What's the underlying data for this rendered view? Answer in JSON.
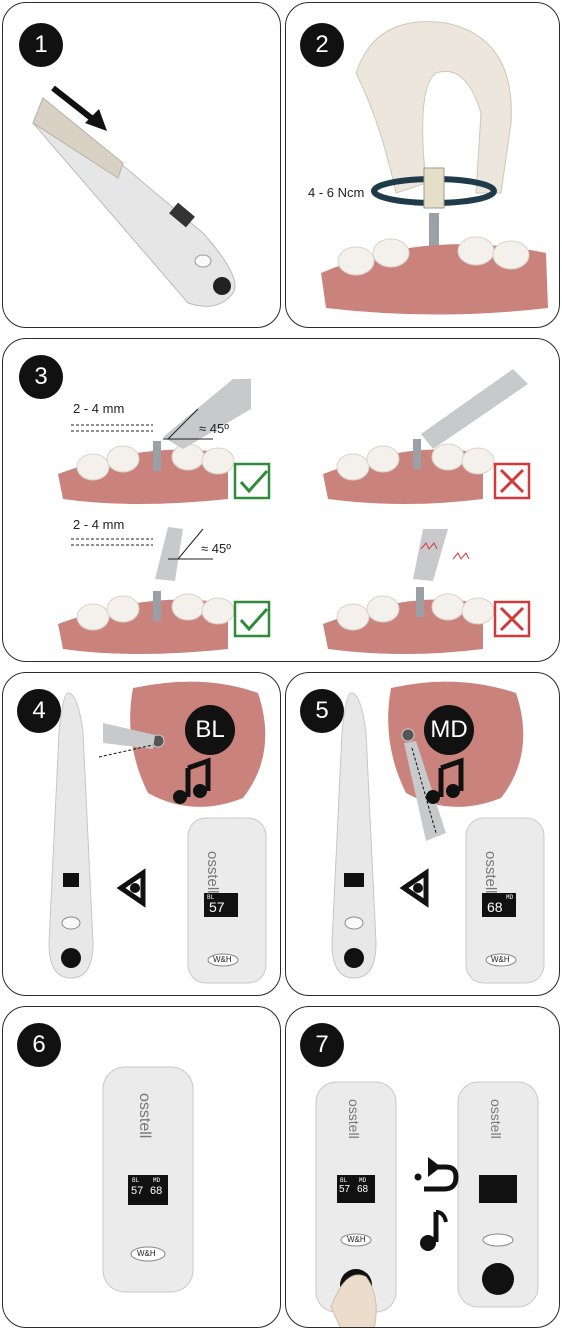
{
  "steps": [
    {
      "number": "1"
    },
    {
      "number": "2",
      "torque_label": "4 - 6 Ncm"
    },
    {
      "number": "3",
      "distance_label_top": "2 - 4 mm",
      "angle_label_top": "≈ 45º",
      "distance_label_bottom": "2 - 4 mm",
      "angle_label_bottom": "≈ 45º"
    },
    {
      "number": "4",
      "direction": "BL",
      "brand": "osstell",
      "display_tag": "BL",
      "display_value": "57",
      "logo": "W&H"
    },
    {
      "number": "5",
      "direction": "MD",
      "brand": "osstell",
      "display_tag": "MD",
      "display_value": "68",
      "logo": "W&H"
    },
    {
      "number": "6",
      "brand": "osstell",
      "tag_bl": "BL",
      "tag_md": "MD",
      "value_bl": "57",
      "value_md": "68",
      "logo": "W&H"
    },
    {
      "number": "7",
      "brand": "osstell",
      "tag_bl": "BL",
      "tag_md": "MD",
      "value_bl": "57",
      "value_md": "68",
      "logo": "W&H"
    }
  ],
  "colors": {
    "check": "#2e8b3a",
    "cross": "#d23a3a",
    "gum": "#c9837c",
    "tooth": "#f4f1ec",
    "device": "#e8e8e8",
    "glove": "#ece6dc"
  },
  "icons": [
    "arrow-icon",
    "rotation-arrow-icon",
    "check-icon",
    "cross-icon",
    "music-note-icon",
    "eye-icon",
    "return-arrow-icon"
  ]
}
